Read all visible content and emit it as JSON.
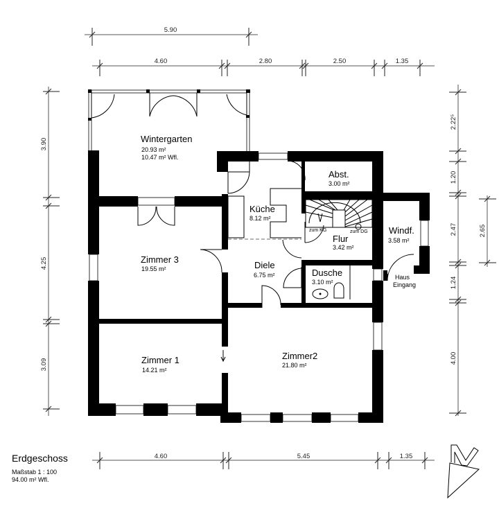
{
  "plan": {
    "title": "Erdgeschoss",
    "scale": "Maßstab 1 : 100",
    "living_area": "94.00 m²  Wfl."
  },
  "rooms": {
    "wintergarten": {
      "name": "Wintergarten",
      "area": "20.93 m²",
      "living": "10.47 m²  Wfl."
    },
    "kueche": {
      "name": "Küche",
      "area": "8.12 m²"
    },
    "abst": {
      "name": "Abst.",
      "area": "3.00 m²"
    },
    "zimmer3": {
      "name": "Zimmer 3",
      "area": "19.55 m²"
    },
    "diele": {
      "name": "Diele",
      "area": "6.75 m²"
    },
    "flur": {
      "name": "Flur",
      "area": "3.42 m²"
    },
    "windf": {
      "name": "Windf.",
      "area": "3.58 m²"
    },
    "dusche": {
      "name": "Dusche",
      "area": "3.10 m²"
    },
    "zimmer1": {
      "name": "Zimmer 1",
      "area": "14.21 m²"
    },
    "zimmer2": {
      "name": "Zimmer2",
      "area": "21.80 m²"
    }
  },
  "labels": {
    "zum_kg": "zum KG",
    "zum_dg": "zum DG",
    "haus": "Haus",
    "eingang": "Eingang"
  },
  "dimensions": {
    "top_upper": [
      "5.90"
    ],
    "top_lower": [
      "4.60",
      "2.80",
      "2.50",
      "1.35"
    ],
    "bottom": [
      "4.60",
      "5.45",
      "1.35"
    ],
    "left": [
      "3.90",
      "4.25",
      "3.09"
    ],
    "right": [
      "2.22⁵",
      "1.20",
      "2.47",
      "1.24",
      "4.00"
    ],
    "right_outer": [
      "2.65"
    ]
  },
  "icons": {
    "north_arrow": "north-arrow-icon"
  }
}
